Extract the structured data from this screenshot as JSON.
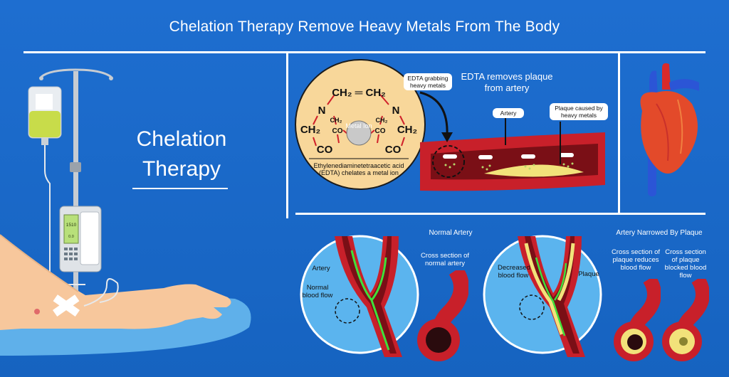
{
  "header": {
    "title": "Chelation Therapy Remove Heavy Metals From The Body"
  },
  "left": {
    "label_line1": "Chelation",
    "label_line2": "Therapy"
  },
  "pump": {
    "display_value": "1510",
    "display_small": "0.0"
  },
  "molecule": {
    "center_label": "Metal Ion",
    "groups": {
      "top": "CH₂ ═ CH₂",
      "n_left": "N",
      "n_right": "N",
      "ch2_left": "CH₂",
      "ch2_right": "CH₂",
      "ch2_small_left": "CH₂",
      "ch2_small_right": "CH₂",
      "co_small_left": "CO",
      "co_small_right": "CO",
      "co_left": "CO",
      "co_right": "CO"
    },
    "caption": "Ethylenediaminetetraacetic acid (EDTA) chelates a metal ion"
  },
  "artery_top": {
    "heading": "EDTA removes plaque from artery",
    "callout_edta": "EDTA grabbing heavy metals",
    "callout_artery": "Artery",
    "callout_plaque": "Plaque caused by heavy metals"
  },
  "normal": {
    "heading": "Normal Artery",
    "label_artery": "Artery",
    "label_flow": "Normal blood flow",
    "cross_caption": "Cross section of normal artery"
  },
  "narrowed": {
    "heading": "Artery Narrowed By Plaque",
    "label_decreased": "Decreased blood flow",
    "label_plaque": "Plaque",
    "cross_caption_1": "Cross section of plaque reduces blood flow",
    "cross_caption_2": "Cross section of plaque blocked blood flow"
  },
  "colors": {
    "background": "#1a67c4",
    "artery_red": "#c8202a",
    "plaque_yellow": "#f2e27a",
    "flow_green": "#3fe03a",
    "molecule_bg": "#f8d79a"
  }
}
